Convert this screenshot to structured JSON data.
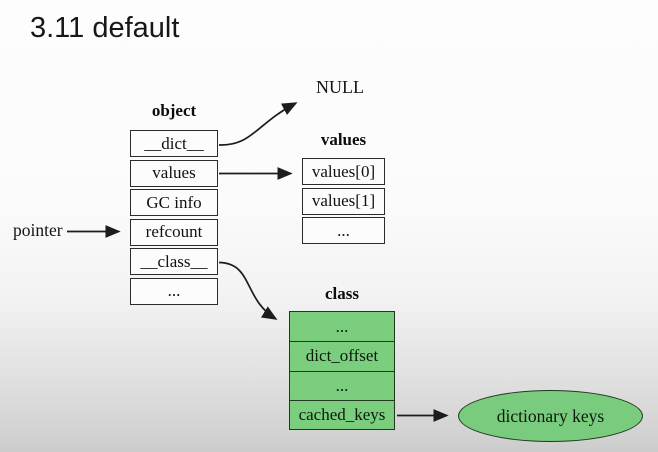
{
  "title": "3.11 default",
  "labels": {
    "pointer": "pointer",
    "null": "NULL"
  },
  "object_table": {
    "title": "object",
    "rows": [
      "__dict__",
      "values",
      "GC info",
      "refcount",
      "__class__",
      "..."
    ]
  },
  "values_table": {
    "title": "values",
    "rows": [
      "values[0]",
      "values[1]",
      "..."
    ]
  },
  "class_table": {
    "title": "class",
    "rows": [
      "...",
      "dict_offset",
      "...",
      "cached_keys"
    ]
  },
  "ellipse_label": "dictionary keys",
  "colors": {
    "table_green": "#7bce7e",
    "line": "#1c1c1c",
    "cell_background": "#fcfcfc"
  }
}
